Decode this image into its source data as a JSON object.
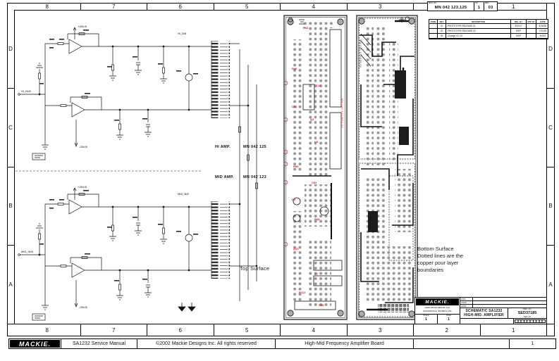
{
  "sheet": {
    "zones_columns": [
      "8",
      "7",
      "6",
      "5",
      "4",
      "3",
      "2",
      "1"
    ],
    "zones_rows": [
      "D",
      "C",
      "B",
      "A"
    ]
  },
  "id_block": {
    "mfg_label": "MFG. NO.",
    "mfg_no": "MN 042 123,125",
    "sh_label": "SH",
    "sh": "1",
    "rev_label": "REV",
    "rev": "03"
  },
  "revision_table": {
    "headers": [
      "ZONE",
      "REV",
      "DESCRIPTION",
      "REL. BY",
      "APP. BY",
      "DATE"
    ],
    "rows": [
      {
        "zone": "",
        "rev": "01",
        "desc": "PROTOTYPE RELEASE 01",
        "rel": "ECN 2",
        "app": "",
        "date": "4/19/00"
      },
      {
        "zone": "",
        "rev": "02",
        "desc": "PROTOTYPE RELEASE 02",
        "rel": "MSP",
        "app": "",
        "date": "7/21/00"
      },
      {
        "zone": "",
        "rev": "03",
        "desc": "Change 02, 03",
        "rel": "MSP",
        "app": "",
        "date": "9/4/02"
      }
    ]
  },
  "schematic": {
    "hi_amp_label": "HI AMP.",
    "hi_amp_no": "MN 042 125",
    "mid_amp_label": "MID AMP.",
    "mid_amp_no": "MN 042 123",
    "hi_in": "HI_IN/8",
    "mid_in": "MID_IN/8",
    "hi_out": "HI_B/8",
    "mid_out": "MID_B/8",
    "v_plus": "+28V/8",
    "v_minus": "-28V/8"
  },
  "pcb_top": {
    "caption": "Top Surface",
    "vertical_text": "MN 042 123 REV 02",
    "ref_designators": [
      {
        "t": "R13",
        "style": "left:430px;top:38px"
      },
      {
        "t": "R40",
        "style": "left:414px;top:96px"
      },
      {
        "t": "C13",
        "style": "left:448px;top:120px"
      },
      {
        "t": "C41",
        "style": "left:414px;top:150px"
      },
      {
        "t": "Q2",
        "style": "left:440px;top:168px"
      },
      {
        "t": "U4",
        "style": "left:446px;top:200px"
      },
      {
        "t": "R95",
        "style": "left:416px;top:235px"
      },
      {
        "t": "C52",
        "style": "left:442px;top:258px"
      },
      {
        "t": "D3",
        "style": "left:414px;top:282px"
      },
      {
        "t": "R68",
        "style": "left:446px;top:310px"
      },
      {
        "t": "Q10",
        "style": "left:416px;top:352px"
      },
      {
        "t": "C7",
        "style": "left:446px;top:388px"
      },
      {
        "t": "R112",
        "style": "left:424px;top:414px"
      },
      {
        "t": "C88",
        "style": "left:452px;top:432px"
      }
    ]
  },
  "pcb_bottom": {
    "caption_lines": [
      "Bottom Surface",
      "Dotted lines are the",
      "copper pour layer",
      "boundaries"
    ],
    "vertical_text": "MN 042 123/125-01"
  },
  "title_block": {
    "logo": "MACKIE.",
    "address1": "16220 WOOD-RED RD. N.E.",
    "address2": "WOODINVILLE, WA 98072 USA",
    "fields": [
      {
        "label": "DWN",
        "value": ""
      },
      {
        "label": "CHKD",
        "value": ""
      },
      {
        "label": "APPD",
        "value": ""
      }
    ],
    "scale_label": "SCALE",
    "scale": "1",
    "page_label": "PAGE",
    "page": "1",
    "title_line1": "SCHEMATIC SA1232",
    "title_line2": "HIGH-MID. AMPLIFIER",
    "dwg_no_label": "DWG. NO.",
    "dwg_no": "SED37185",
    "rev_label": "REV",
    "rev": "03"
  },
  "footer": {
    "logo": "MACKIE.",
    "cells": [
      "SA1232 Service Manual",
      "©2002 Mackie Designs Inc. All rights reserved",
      "High-Mid Frequency Amplifier Board",
      "",
      "1"
    ]
  },
  "colors": {
    "accent_red": "#c1272d",
    "pad_gray": "#999999",
    "ink": "#111111"
  }
}
